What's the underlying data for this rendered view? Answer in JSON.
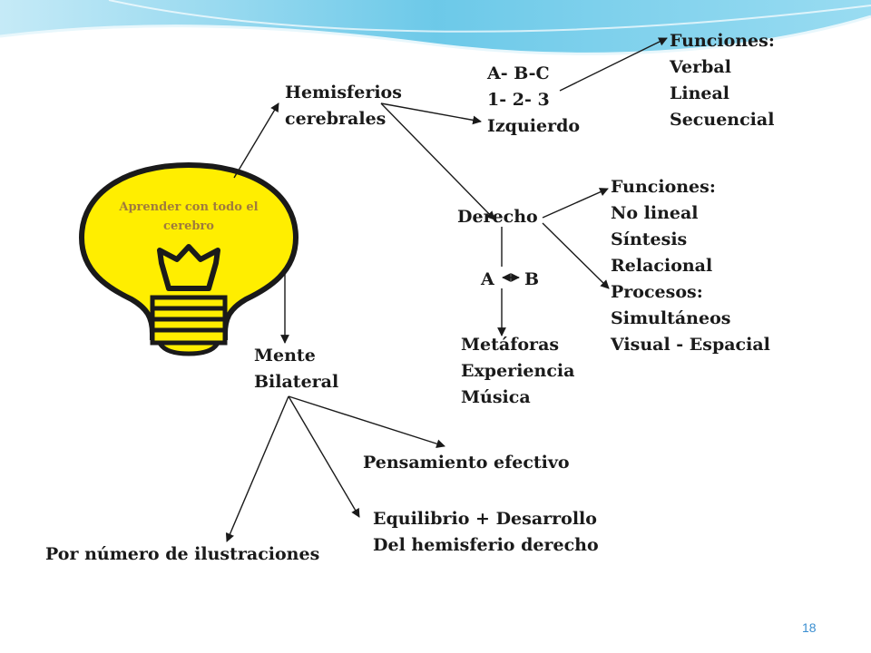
{
  "bulb": {
    "label": "Aprender con todo el cerebro"
  },
  "nodes": {
    "hemisferios": [
      "Hemisferios",
      "cerebrales"
    ],
    "izquierdo": [
      "A- B-C",
      "1- 2- 3",
      "Izquierdo"
    ],
    "funciones_izq": [
      "Funciones:",
      "Verbal",
      "Lineal",
      "Secuencial"
    ],
    "derecho": "Derecho",
    "funciones_der": [
      "Funciones:",
      "No lineal",
      "Síntesis",
      "Relacional",
      "Procesos:",
      "Simultáneos",
      "Visual - Espacial"
    ],
    "a_label": "A",
    "b_label": "B",
    "metaforas": [
      "Metáforas",
      "Experiencia",
      "Música"
    ],
    "mente": [
      "Mente",
      "Bilateral"
    ],
    "pensamiento": "Pensamiento efectivo",
    "equilibrio": [
      "Equilibrio + Desarrollo",
      "Del hemisferio derecho"
    ],
    "ilustraciones": "Por número de ilustraciones"
  },
  "page_number": "18",
  "colors": {
    "bulb_fill": "#ffee00",
    "bulb_outline": "#1a1a1a",
    "label_color": "#a07b3c",
    "wave_top": "#5cc3e6",
    "page_number": "#3b8fd1"
  }
}
